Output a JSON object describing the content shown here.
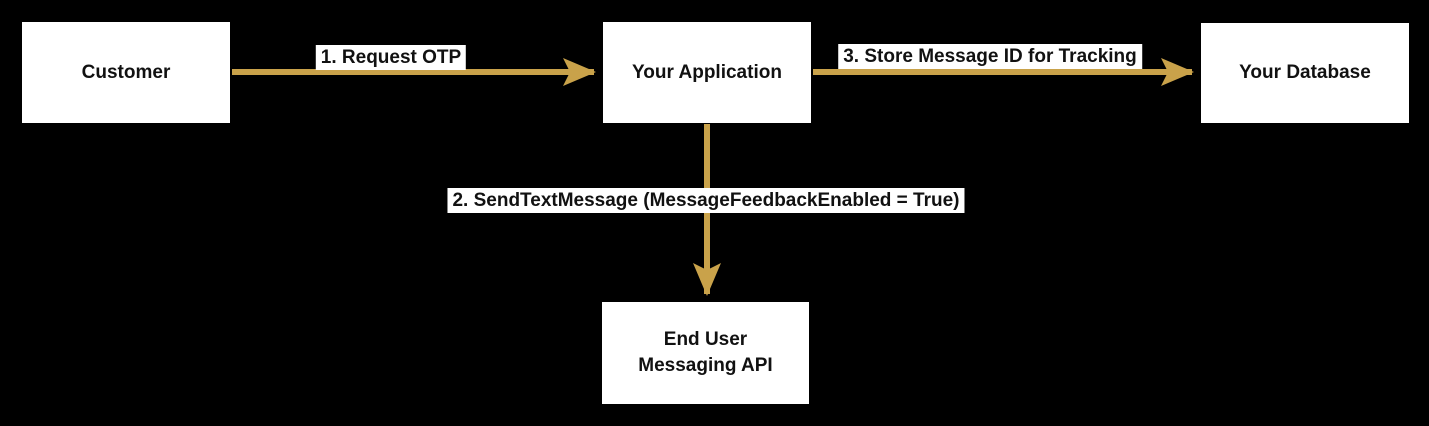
{
  "diagram": {
    "colors": {
      "background": "#000000",
      "arrow": "#C9A24A",
      "node_fill": "#FFFFFF",
      "node_text": "#111111",
      "label_fill": "#FFFFFF",
      "label_text": "#111111"
    },
    "nodes": [
      {
        "id": "customer",
        "label": "Customer"
      },
      {
        "id": "application",
        "label": "Your Application"
      },
      {
        "id": "database",
        "label": "Your Database"
      },
      {
        "id": "messaging-api",
        "label": "End User Messaging API",
        "label_lines": [
          "End User",
          "Messaging API"
        ]
      }
    ],
    "edges": [
      {
        "id": "request-otp",
        "from": "customer",
        "to": "application",
        "label": "1. Request OTP"
      },
      {
        "id": "send-text-message",
        "from": "application",
        "to": "messaging-api",
        "label": "2. SendTextMessage (MessageFeedbackEnabled = True)"
      },
      {
        "id": "store-message-id",
        "from": "application",
        "to": "database",
        "label": "3. Store Message ID for Tracking"
      }
    ]
  }
}
